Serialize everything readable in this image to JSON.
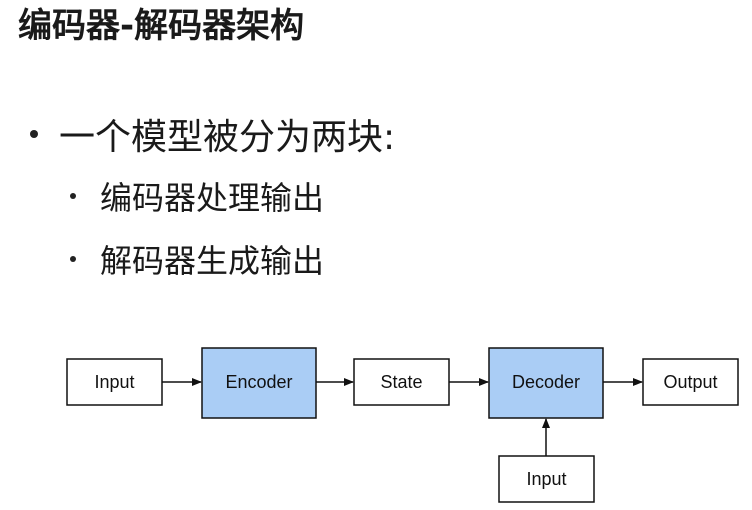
{
  "title": "编码器-解码器架构",
  "bullets": {
    "main": "一个模型被分为两块:",
    "sub": [
      "编码器处理输出",
      "解码器生成输出"
    ]
  },
  "diagram": {
    "input_label": "Input",
    "encoder_label": "Encoder",
    "state_label": "State",
    "decoder_label": "Decoder",
    "output_label": "Output",
    "decoder_input_label": "Input",
    "colors": {
      "highlight_fill": "#aacdf5",
      "plain_fill": "#ffffff",
      "stroke": "#111111"
    }
  }
}
